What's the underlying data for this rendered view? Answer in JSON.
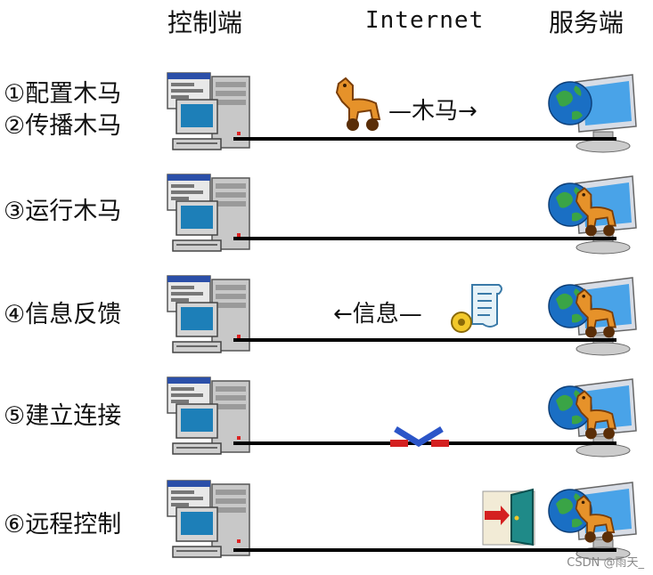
{
  "headers": {
    "client": "控制端",
    "internet": "Internet",
    "server": "服务端"
  },
  "steps": [
    {
      "label1": "①配置木马",
      "label2": "②传播木马",
      "arrow_text": "—木马→"
    },
    {
      "label1": "③运行木马"
    },
    {
      "label1": "④信息反馈",
      "arrow_text": "←信息—"
    },
    {
      "label1": "⑤建立连接"
    },
    {
      "label1": "⑥远程控制"
    }
  ],
  "watermark": "CSDN @雨天_",
  "icons": {
    "client": "computer-tower-icon",
    "server": "globe-monitor-icon",
    "trojan": "trojan-horse-icon",
    "info": "scroll-gear-icon",
    "connect": "crossed-connector-icon",
    "door": "door-arrow-icon"
  }
}
